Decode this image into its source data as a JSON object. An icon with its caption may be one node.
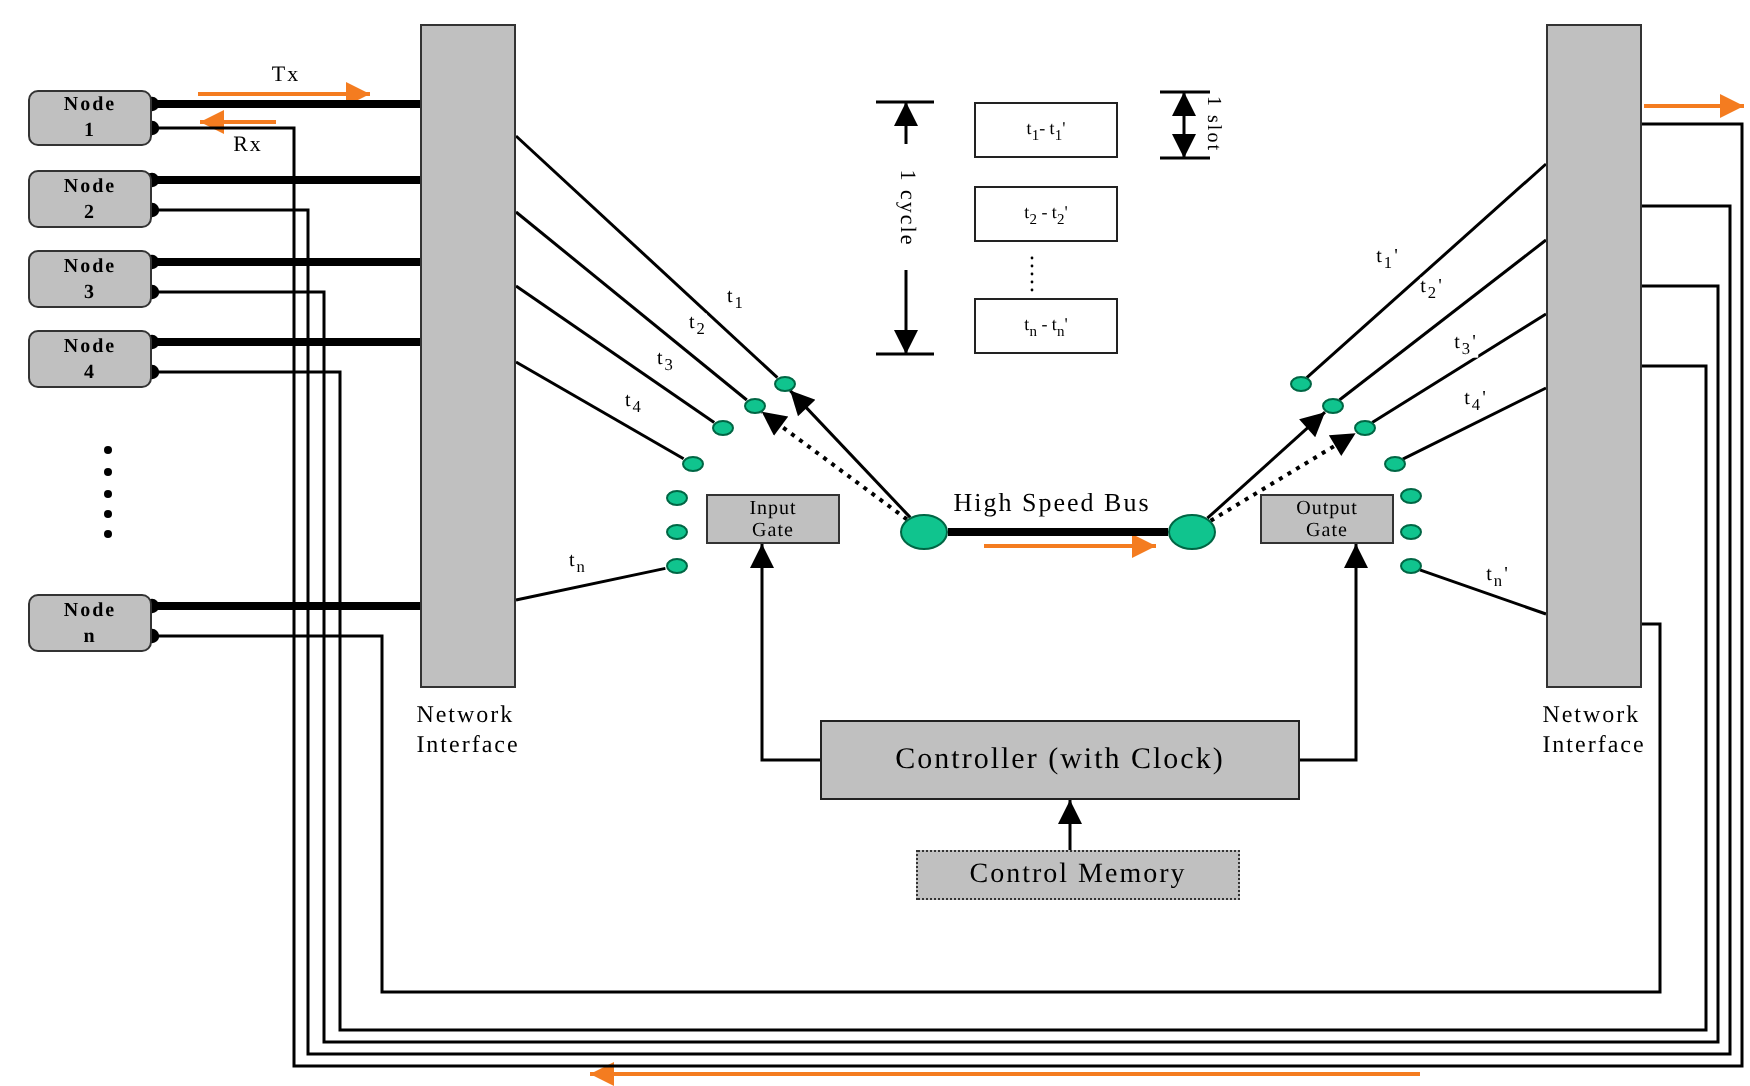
{
  "diagram": {
    "nodes": [
      {
        "text": [
          "Node 1"
        ]
      },
      {
        "text": [
          "Node 2"
        ]
      },
      {
        "text": [
          "Node 3"
        ]
      },
      {
        "text": [
          "Node 4"
        ]
      },
      {
        "text": [
          "Node n"
        ]
      },
      {
        "text": [
          "Network Interface"
        ]
      },
      {
        "text": [
          "t$_{1}$- t$_{1}$'"
        ]
      },
      {
        "text": [
          "t$_{2}$ - t$_{2}$'"
        ]
      },
      {
        "text": [
          "t$_{n}$ - t$_{n}$'"
        ]
      },
      {
        "text": [],
        "shape": "circle"
      },
      {
        "text": [],
        "shape": "circle"
      },
      {
        "text": [],
        "shape": "circle"
      },
      {
        "text": [],
        "shape": "circle"
      },
      {
        "text": [],
        "shape": "circle"
      },
      {
        "text": [],
        "shape": "circle"
      },
      {
        "text": [],
        "shape": "circle"
      },
      {
        "text": [],
        "shape": "circle"
      },
      {
        "text": [],
        "shape": "circle"
      },
      {
        "text": [],
        "shape": "circle"
      },
      {
        "text": [],
        "shape": "circle"
      },
      {
        "text": [],
        "shape": "circle"
      },
      {
        "text": [],
        "shape": "circle"
      },
      {
        "text": [],
        "shape": "circle"
      },
      {
        "text": [
          "Input Gate"
        ]
      },
      {
        "text": [],
        "shape": "circle"
      },
      {
        "text": [],
        "shape": "circle"
      },
      {
        "text": [
          "Output Gate"
        ]
      },
      {
        "text": [
          "Network Interface"
        ]
      },
      {
        "text": [
          "Controller (with Clock)"
        ]
      },
      {
        "text": [
          "Control Memory"
        ]
      }
    ],
    "edges": [
      {
        "from": 0,
        "to": 5,
        "arrow": "other",
        "style": "thick"
      },
      {
        "from": 1,
        "to": 5,
        "arrow": "other",
        "style": "thick"
      },
      {
        "from": 2,
        "to": 5,
        "arrow": "other",
        "style": "thick"
      },
      {
        "from": 3,
        "to": 5,
        "arrow": "other",
        "style": "thick"
      },
      {
        "from": 4,
        "to": 5,
        "arrow": "other",
        "style": "thick"
      },
      {
        "from": 5,
        "to": 9,
        "arrow": "none",
        "label": "t$_{1}$"
      },
      {
        "from": 5,
        "to": 10,
        "arrow": "none",
        "label": "t$_{2}$"
      },
      {
        "from": 5,
        "to": 11,
        "arrow": "none",
        "label": "t$_{3}$"
      },
      {
        "from": 5,
        "to": 12,
        "arrow": "none",
        "label": "t$_{4}$"
      },
      {
        "from": 5,
        "to": 15,
        "arrow": "none",
        "label": "t$_{n}$"
      },
      {
        "from": 24,
        "to": 9,
        "arrow": "to"
      },
      {
        "from": 24,
        "to": 10,
        "arrow": "to",
        "style": "dashed"
      },
      {
        "from": 24,
        "to": 25,
        "arrow": "none",
        "label": "High Speed Bus",
        "style": "thick"
      },
      {
        "from": 25,
        "to": 17,
        "arrow": "to"
      },
      {
        "from": 25,
        "to": 18,
        "arrow": "to",
        "style": "dashed"
      },
      {
        "from": 16,
        "to": 27,
        "arrow": "none",
        "label": "t$_{1}$'"
      },
      {
        "from": 17,
        "to": 27,
        "arrow": "none",
        "label": "t$_{2}$'"
      },
      {
        "from": 18,
        "to": 27,
        "arrow": "none",
        "label": "t$_{3}$'"
      },
      {
        "from": 19,
        "to": 27,
        "arrow": "none",
        "label": "t$_{4}$'"
      },
      {
        "from": 22,
        "to": 27,
        "arrow": "none",
        "label": "t$_{n}$'"
      },
      {
        "from": 28,
        "to": 23,
        "arrow": "to"
      },
      {
        "from": 28,
        "to": 26,
        "arrow": "to"
      },
      {
        "from": 29,
        "to": 28,
        "arrow": "to"
      },
      {
        "from": 27,
        "to": 0,
        "arrow": "other"
      },
      {
        "from": 27,
        "to": 1,
        "arrow": "other"
      },
      {
        "from": 27,
        "to": 2,
        "arrow": "other"
      },
      {
        "from": 27,
        "to": 3,
        "arrow": "other"
      },
      {
        "from": 27,
        "to": 4,
        "arrow": "other"
      }
    ],
    "labels": [
      "Tx",
      "Rx",
      "1 cycle",
      "1 slot"
    ]
  }
}
